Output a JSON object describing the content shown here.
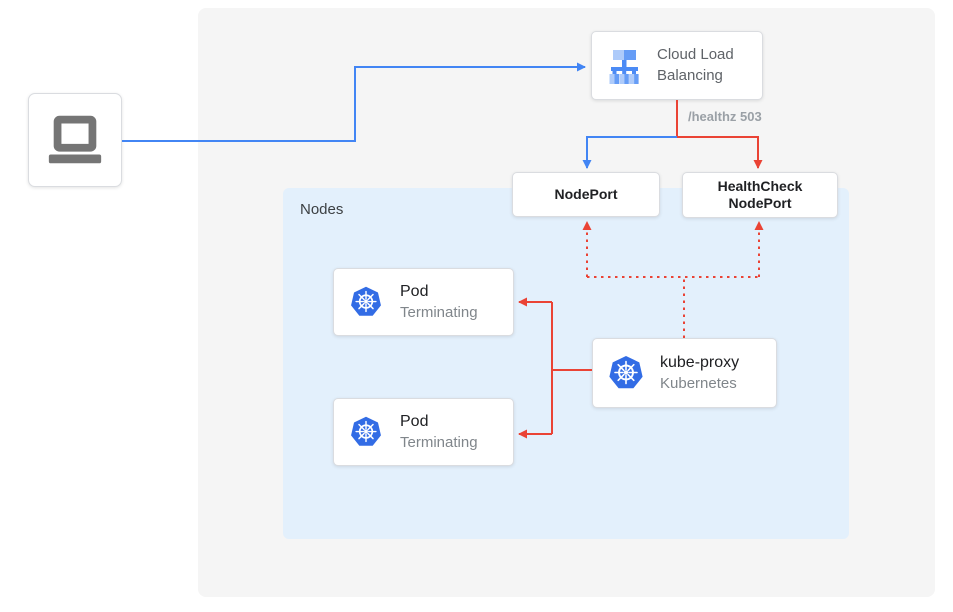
{
  "diagram": {
    "nodes_group": {
      "label": "Nodes"
    },
    "client": {
      "icon": "laptop-icon"
    },
    "cloud_lb": {
      "icon": "load-balancer-icon",
      "label": "Cloud Load Balancing"
    },
    "healthz": {
      "label": "/healthz 503"
    },
    "nodeport": {
      "label": "NodePort"
    },
    "healthcheck_nodeport": {
      "label": "HealthCheck NodePort"
    },
    "pods": [
      {
        "icon": "kubernetes-icon",
        "title": "Pod",
        "status": "Terminating"
      },
      {
        "icon": "kubernetes-icon",
        "title": "Pod",
        "status": "Terminating"
      }
    ],
    "kube_proxy": {
      "icon": "kubernetes-icon",
      "title": "kube-proxy",
      "subtitle": "Kubernetes"
    },
    "colors": {
      "flow_blue": "#4285F4",
      "flow_red": "#EA4335",
      "canvas_gray": "#F5F5F5",
      "nodes_bg_blue": "#E3F0FC",
      "box_border": "#DADCE0",
      "text_dark": "#202124",
      "text_gray": "#5F6368",
      "text_light_gray": "#80868B",
      "healthz_gray": "#9AA0A6",
      "kubernetes_blue": "#326CE5",
      "laptop_gray": "#757575"
    }
  }
}
